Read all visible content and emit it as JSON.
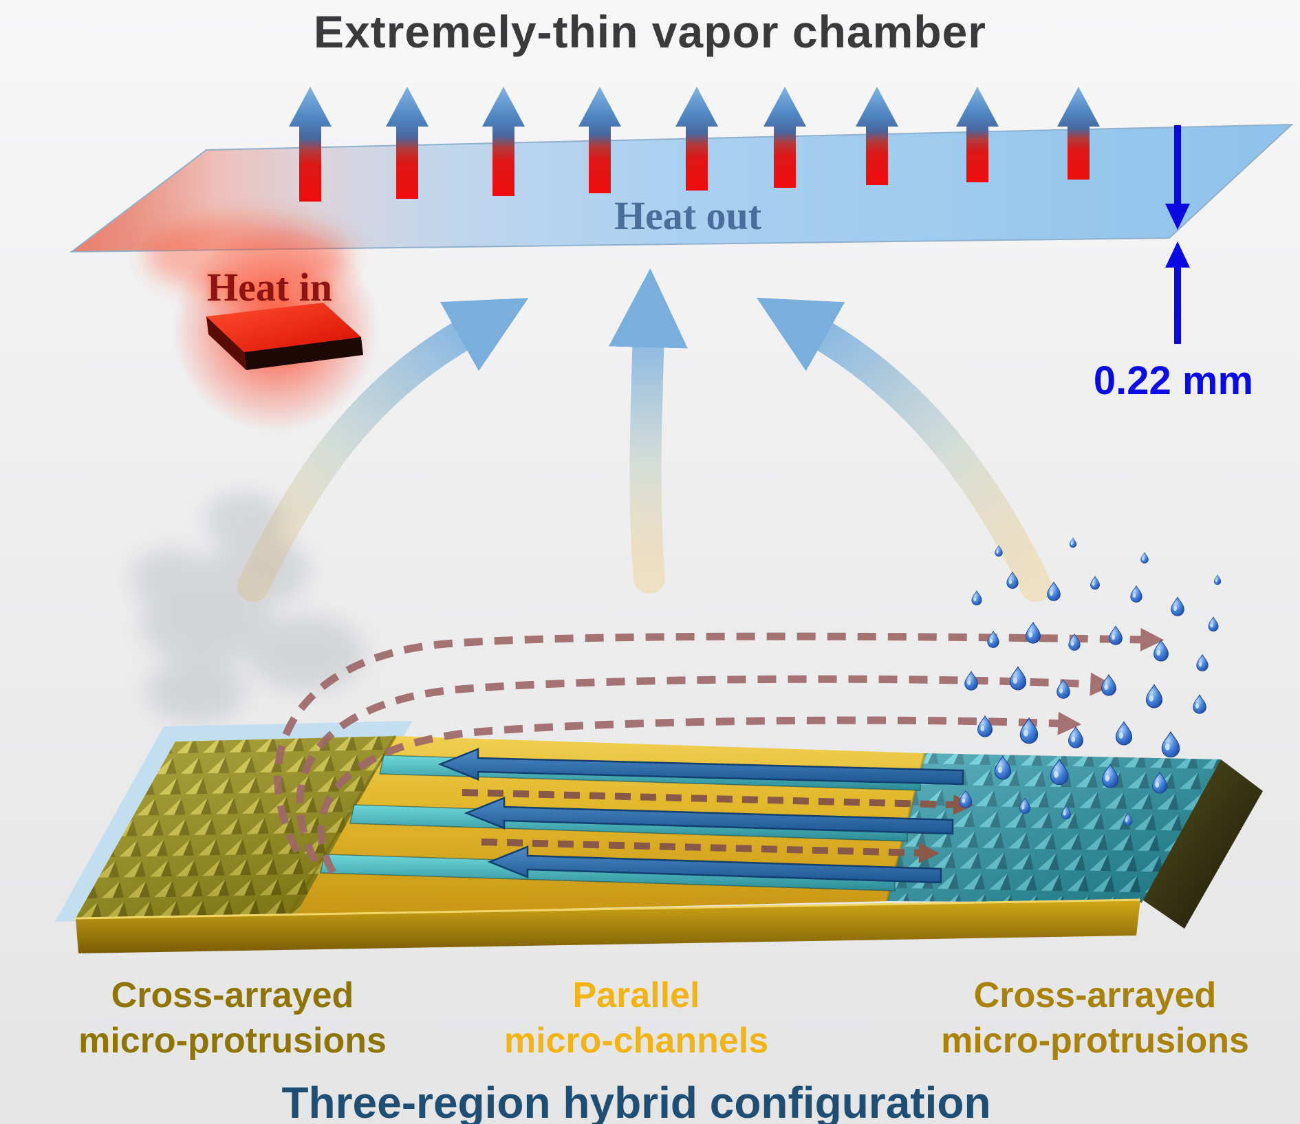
{
  "title": "Extremely-thin vapor chamber",
  "plate": {
    "heat_out": "Heat out",
    "heat_in": "Heat in",
    "thickness": "0.22 mm"
  },
  "regions": {
    "left": {
      "line1": "Cross-arrayed",
      "line2": "micro-protrusions"
    },
    "middle": {
      "line1": "Parallel",
      "line2": "micro-channels"
    },
    "right": {
      "line1": "Cross-arrayed",
      "line2": "micro-protrusions"
    }
  },
  "bottom_title": "Three-region hybrid configuration",
  "icons": {
    "heat_out_arrow": "block-arrow-up-red-blue",
    "vapor_arrow": "curved-arrow-up-blue",
    "liquid_return_arrow": "solid-arrow-left-blue",
    "vapor_path_arrow": "dashed-arrow-right-maroon",
    "thickness_arrow": "double-arrow-vertical-blue",
    "droplet": "water-drop"
  },
  "colors": {
    "title": "#3a3a3c",
    "heat_red": "#e01010",
    "cool_blue": "#4f86c2",
    "heat_out_text": "#4a6d99",
    "heat_in_text": "#8e1313",
    "thickness_blue": "#0a0ae6",
    "label_left": "#8f7505",
    "label_middle": "#f2b414",
    "label_right": "#a8820a",
    "bottom_title": "#1f4e74",
    "channel_teal": "#2a8a96",
    "slab_gold": "#d4a017",
    "protrusion_olive": "#968f1e",
    "protrusion_teal": "#27929c"
  }
}
